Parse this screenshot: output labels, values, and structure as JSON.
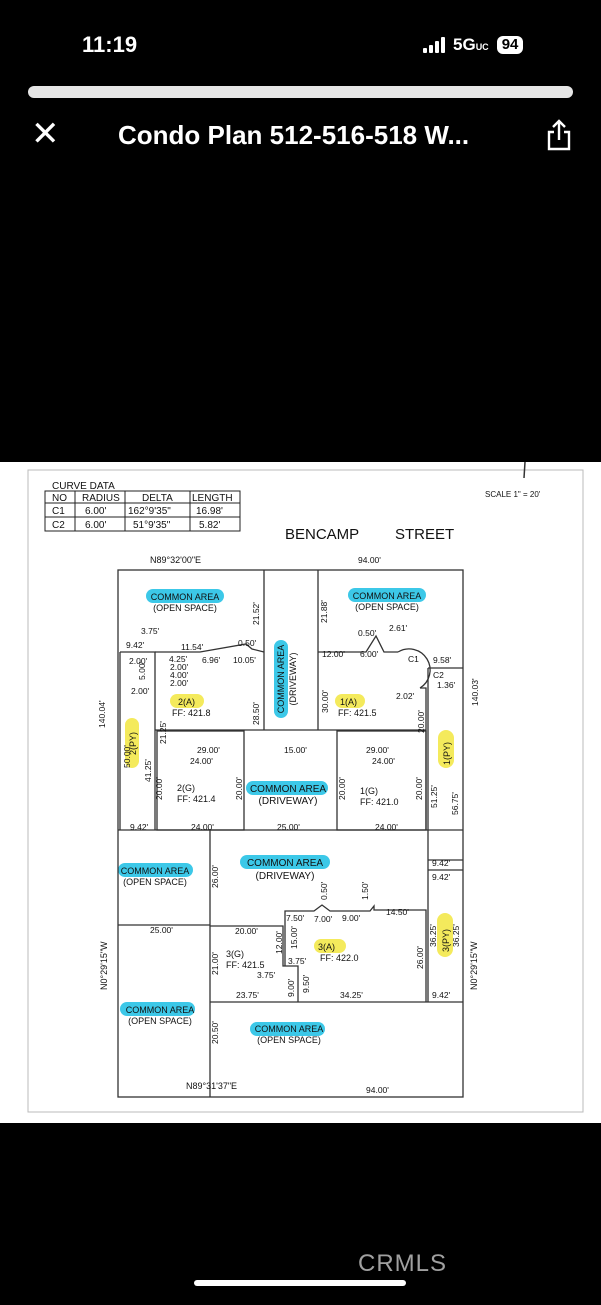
{
  "status_bar": {
    "time": "11:19",
    "network": "5G",
    "network_suffix": "UC",
    "battery": "94"
  },
  "header": {
    "title": "Condo Plan 512-516-518 W...",
    "close_icon": "close-icon",
    "share_icon": "share-icon"
  },
  "colors": {
    "common_area_highlight": "#3cc8e8",
    "unit_highlight": "#f4ea5c"
  },
  "plan": {
    "curve_table": {
      "title": "CURVE DATA",
      "headers": [
        "NO",
        "RADIUS",
        "DELTA",
        "LENGTH"
      ],
      "rows": [
        [
          "C1",
          "6.00'",
          "162°9'35\"",
          "16.98'"
        ],
        [
          "C2",
          "6.00'",
          "51°9'35\"",
          "5.82'"
        ]
      ]
    },
    "scale": "SCALE 1\" = 20'",
    "street": [
      "BENCAMP",
      "STREET"
    ],
    "common_area": "COMMON AREA",
    "open_space": "(OPEN SPACE)",
    "driveway": "(DRIVEWAY)",
    "units": {
      "u2a": "2(A)",
      "u2a_ff": "FF: 421.8",
      "u1a": "1(A)",
      "u1a_ff": "FF: 421.5",
      "u2g": "2(G)",
      "u2g_ff": "FF: 421.4",
      "u1g": "1(G)",
      "u1g_ff": "FF: 421.0",
      "u3a": "3(A)",
      "u3a_ff": "FF: 422.0",
      "u3g": "3(G)",
      "u3g_ff": "FF: 421.5",
      "u2py": "2(PY)",
      "u1py": "1(PY)",
      "u3py": "3(PY)"
    },
    "bearings": {
      "top": "N89°32'00\"E",
      "bottom": "N89°31'37\"E",
      "left": "N0°29'15\"W",
      "right": "N0°29'15\"W"
    },
    "dims": [
      "94.00'",
      "94.00'",
      "140.04'",
      "140.03'",
      "21.52'",
      "21.88'",
      "3.75'",
      "9.42'",
      "11.54'",
      "0.50'",
      "6.96'",
      "10.05'",
      "4.25'",
      "2.00'",
      "2.00'",
      "4.00'",
      "5.00'",
      "2.00'",
      "2.00'",
      "21.25'",
      "28.50'",
      "30.00'",
      "12.00'",
      "6.00'",
      "0.50'",
      "2.61'",
      "C1",
      "9.58'",
      "C2",
      "1.36'",
      "2.02'",
      "20.00'",
      "50.00'",
      "41.25'",
      "29.00'",
      "15.00'",
      "29.00'",
      "24.00'",
      "24.00'",
      "20.00'",
      "20.00'",
      "20.00'",
      "20.00'",
      "51.25'",
      "56.75'",
      "9.42'",
      "24.00'",
      "25.00'",
      "24.00'",
      "9.42'",
      "9.42'",
      "26.00'",
      "0.50'",
      "1.50'",
      "7.50'",
      "7.00'",
      "9.00'",
      "14.50'",
      "25.00'",
      "20.00'",
      "12.00'",
      "15.00'",
      "21.00'",
      "3.75'",
      "3.75'",
      "9.00'",
      "9.50'",
      "26.00'",
      "36.25'",
      "36.25'",
      "23.75'",
      "34.25'",
      "9.42'",
      "20.50'"
    ]
  },
  "watermark": "CRMLS"
}
